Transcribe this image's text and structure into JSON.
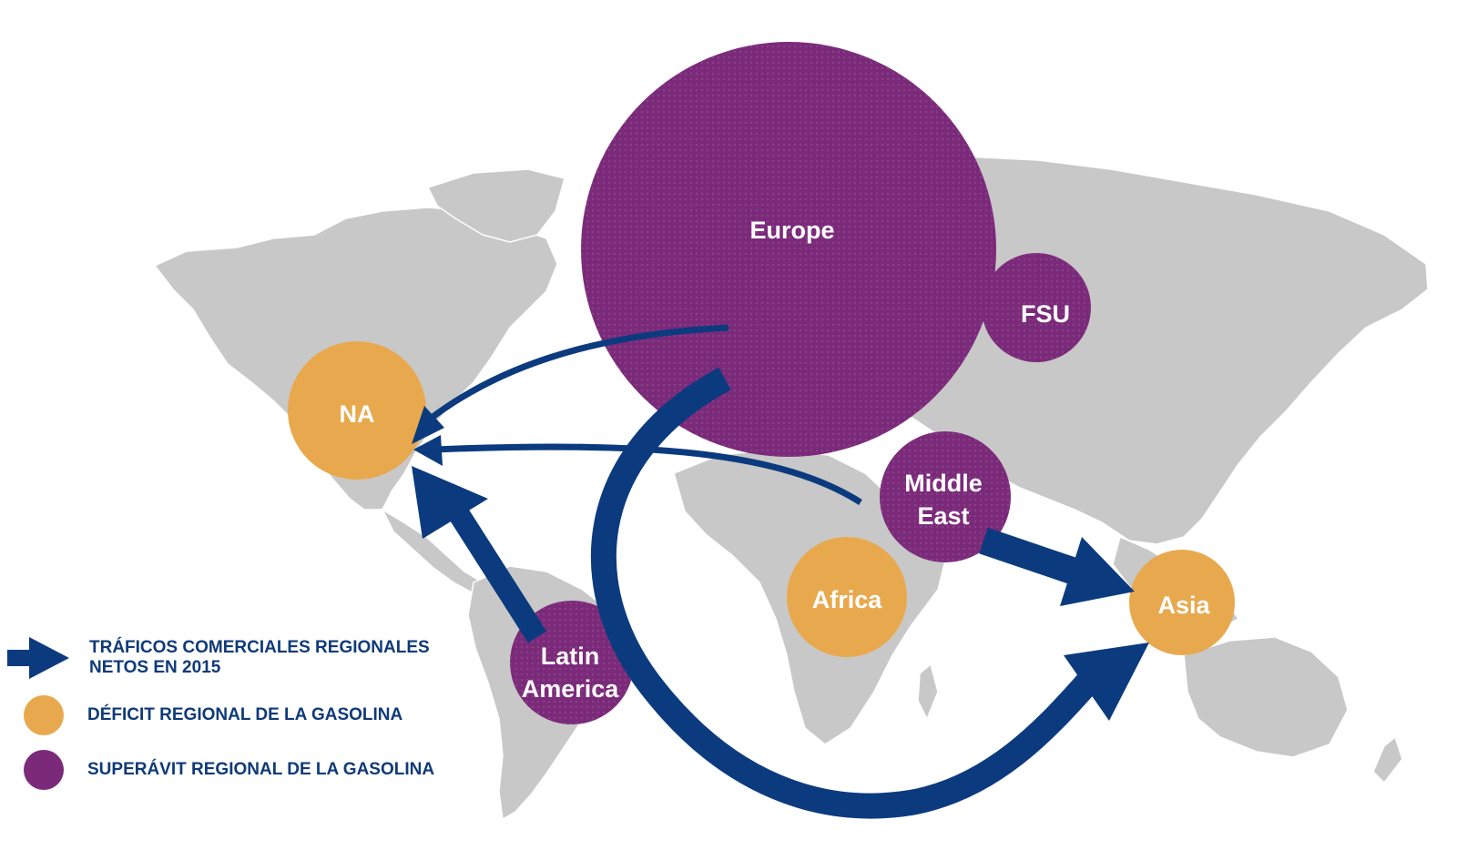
{
  "colors": {
    "land": "#c8c8c8",
    "border": "#ffffff",
    "deficit": "#e8a94e",
    "surplus": "#7b2a7a",
    "arrow": "#0b3b7e",
    "legend_text": "#0f3a78"
  },
  "regions": [
    {
      "id": "europe",
      "type": "surplus",
      "label_lines": [
        "Europe"
      ]
    },
    {
      "id": "fsu",
      "type": "surplus",
      "label_lines": [
        "FSU"
      ]
    },
    {
      "id": "na",
      "type": "deficit",
      "label_lines": [
        "NA"
      ]
    },
    {
      "id": "middle-east",
      "type": "surplus",
      "label_lines": [
        "Middle",
        "East"
      ]
    },
    {
      "id": "africa",
      "type": "deficit",
      "label_lines": [
        "Africa"
      ]
    },
    {
      "id": "asia",
      "type": "deficit",
      "label_lines": [
        "Asia"
      ]
    },
    {
      "id": "latin-america",
      "type": "surplus",
      "label_lines": [
        "Latin",
        "America"
      ]
    }
  ],
  "flows": [
    {
      "from": "europe",
      "to": "na",
      "weight": "thin"
    },
    {
      "from": "middle-east",
      "to": "na",
      "weight": "thin"
    },
    {
      "from": "latin-america",
      "to": "na",
      "weight": "thick"
    },
    {
      "from": "middle-east",
      "to": "asia",
      "weight": "thick"
    },
    {
      "from": "europe",
      "to": "asia",
      "weight": "thick"
    }
  ],
  "legend": {
    "arrow_line1": "TRÁFICOS COMERCIALES REGIONALES",
    "arrow_line2": "NETOS EN 2015",
    "deficit_label": "DÉFICIT REGIONAL DE LA GASOLINA",
    "surplus_label": "SUPERÁVIT REGIONAL DE LA GASOLINA"
  }
}
